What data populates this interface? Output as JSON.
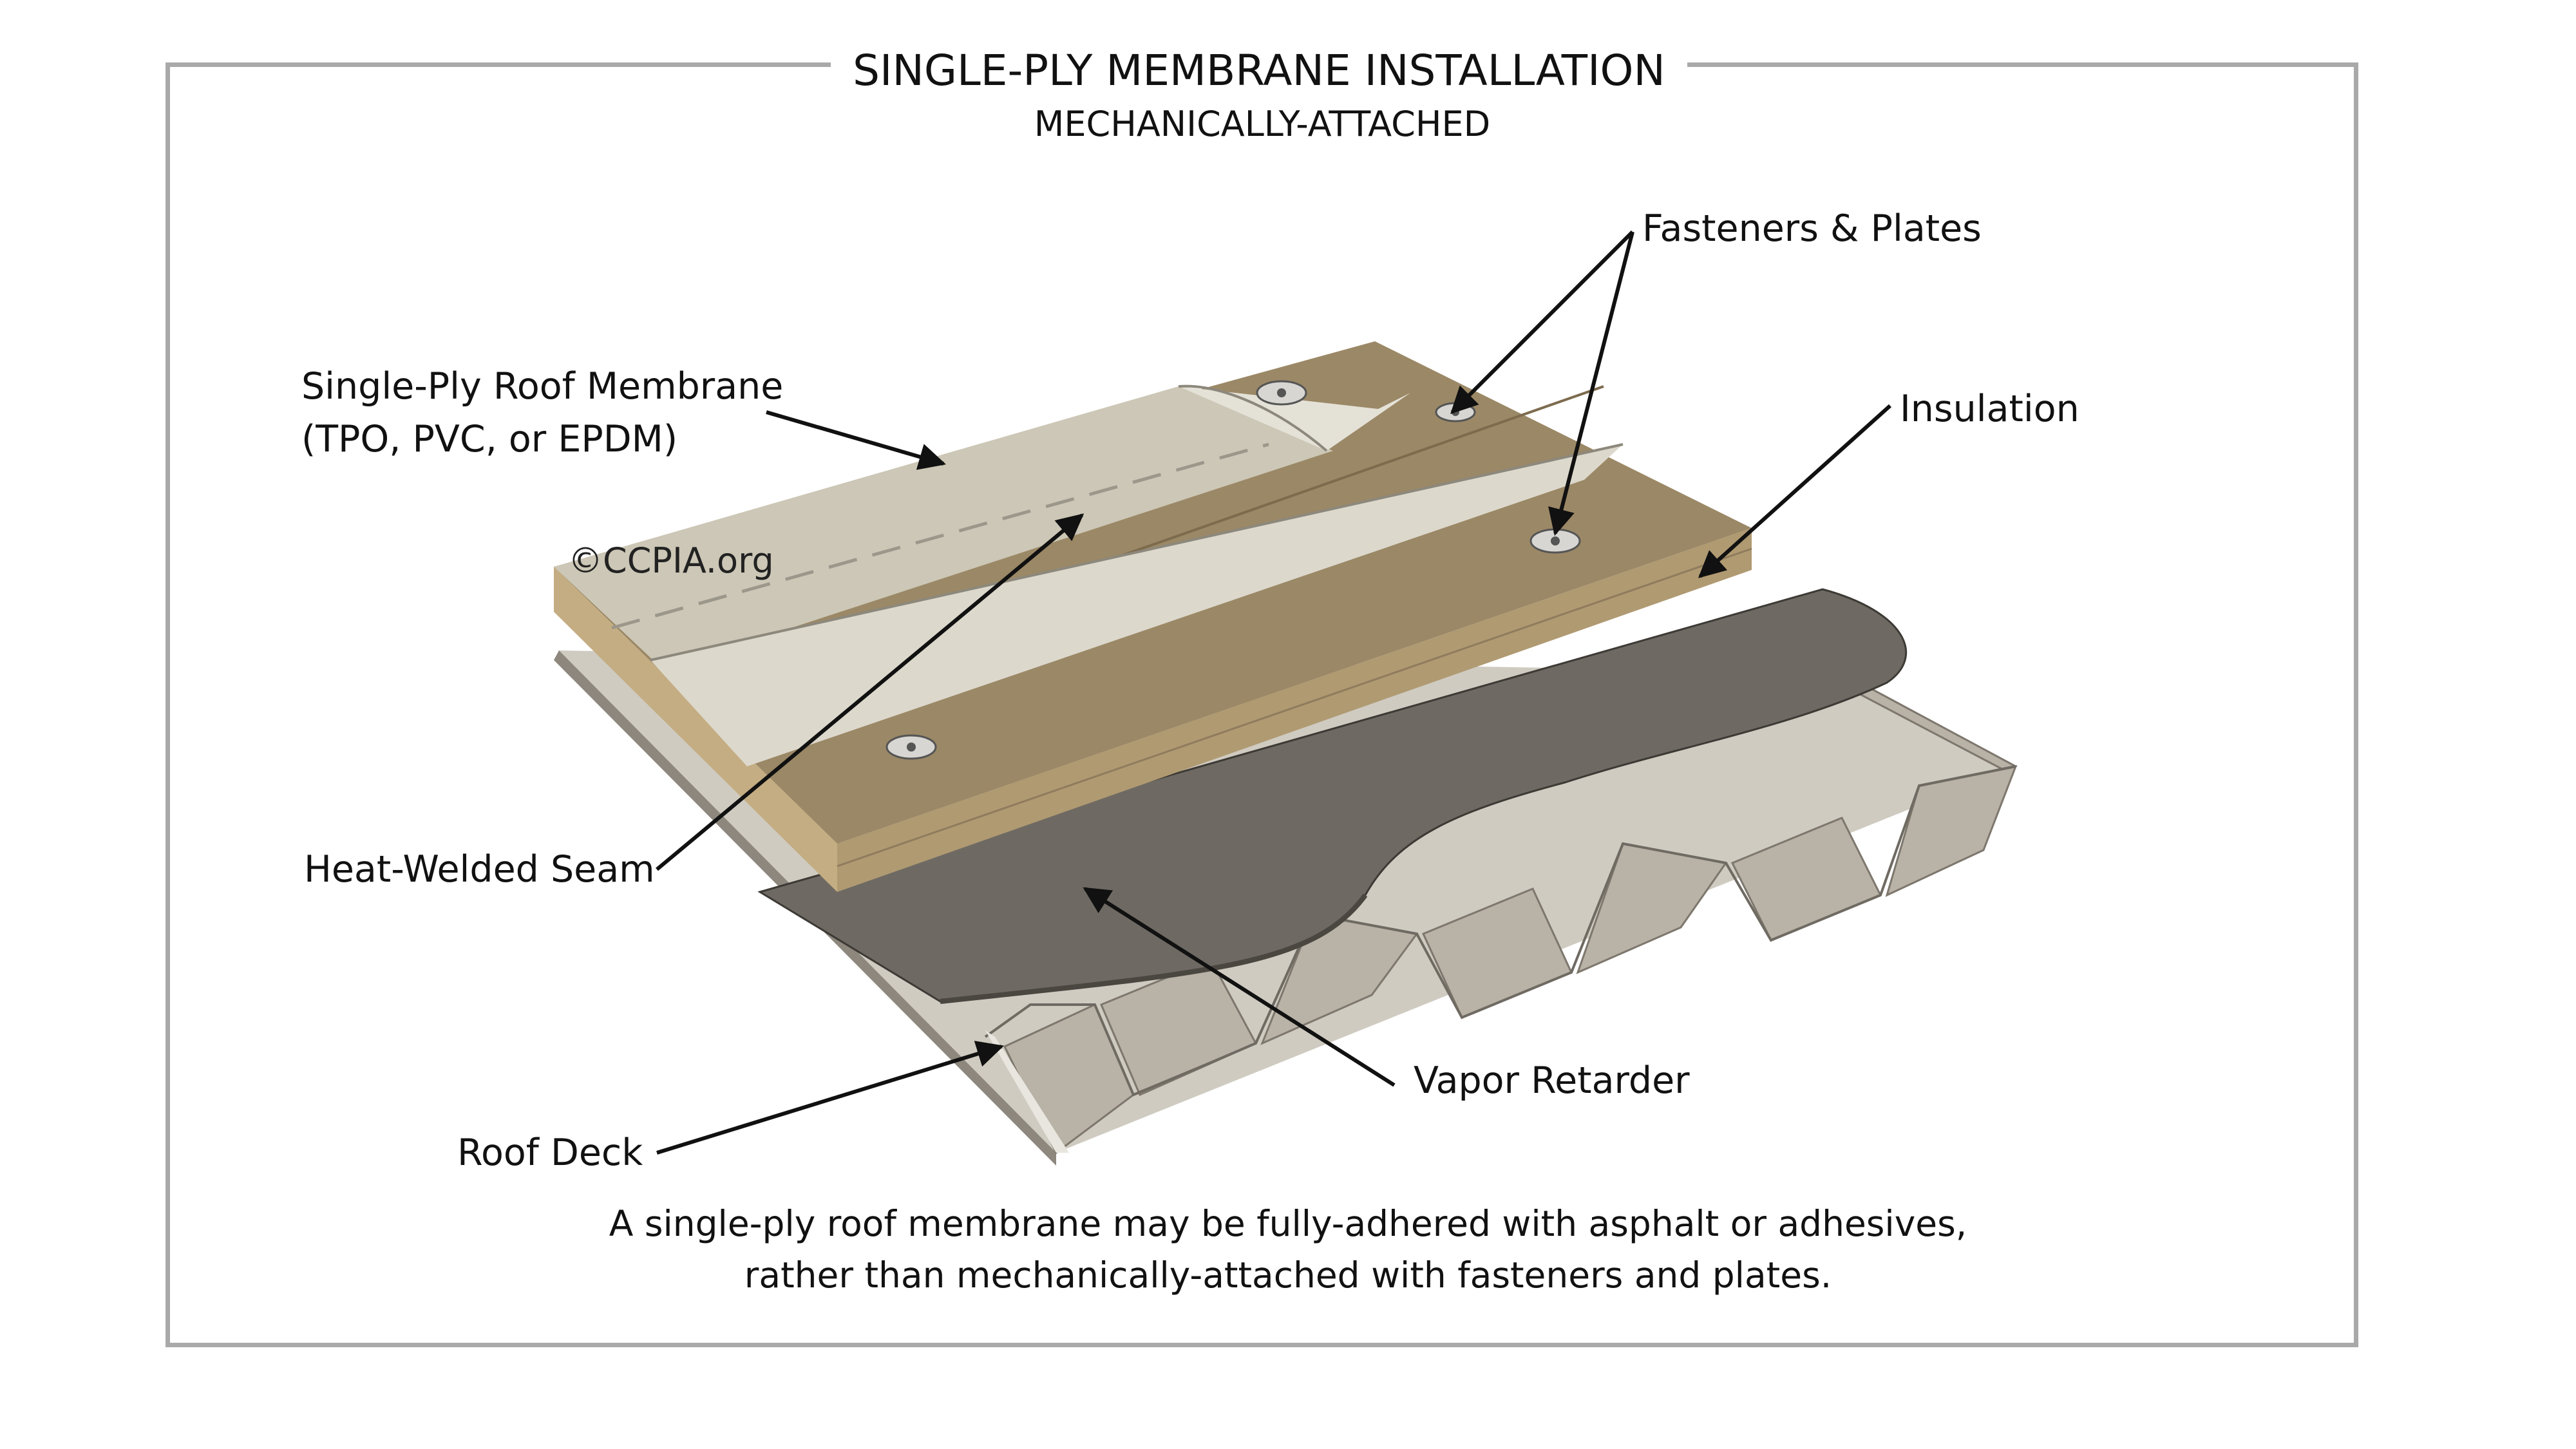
{
  "title": "SINGLE-PLY MEMBRANE INSTALLATION",
  "subtitle": "MECHANICALLY-ATTACHED",
  "labels": {
    "fasteners": "Fasteners & Plates",
    "membrane_line1": "Single-Ply Roof Membrane",
    "membrane_line2": "(TPO, PVC, or EPDM)",
    "insulation": "Insulation",
    "seam": "Heat-Welded Seam",
    "vapor": "Vapor Retarder",
    "deck": "Roof Deck"
  },
  "copyright": "©CCPIA.org",
  "caption": {
    "line1": "A single-ply roof membrane may be fully-adhered with asphalt or adhesives,",
    "line2": "rather than mechanically-attached with fasteners and plates."
  },
  "colors": {
    "frame": "#a9a9a9",
    "membrane": "#dcd8cc",
    "insulation_top": "#9b8866",
    "insulation_side": "#c4ad82",
    "vapor": "#6e6a63",
    "deck": "#a39d92"
  }
}
